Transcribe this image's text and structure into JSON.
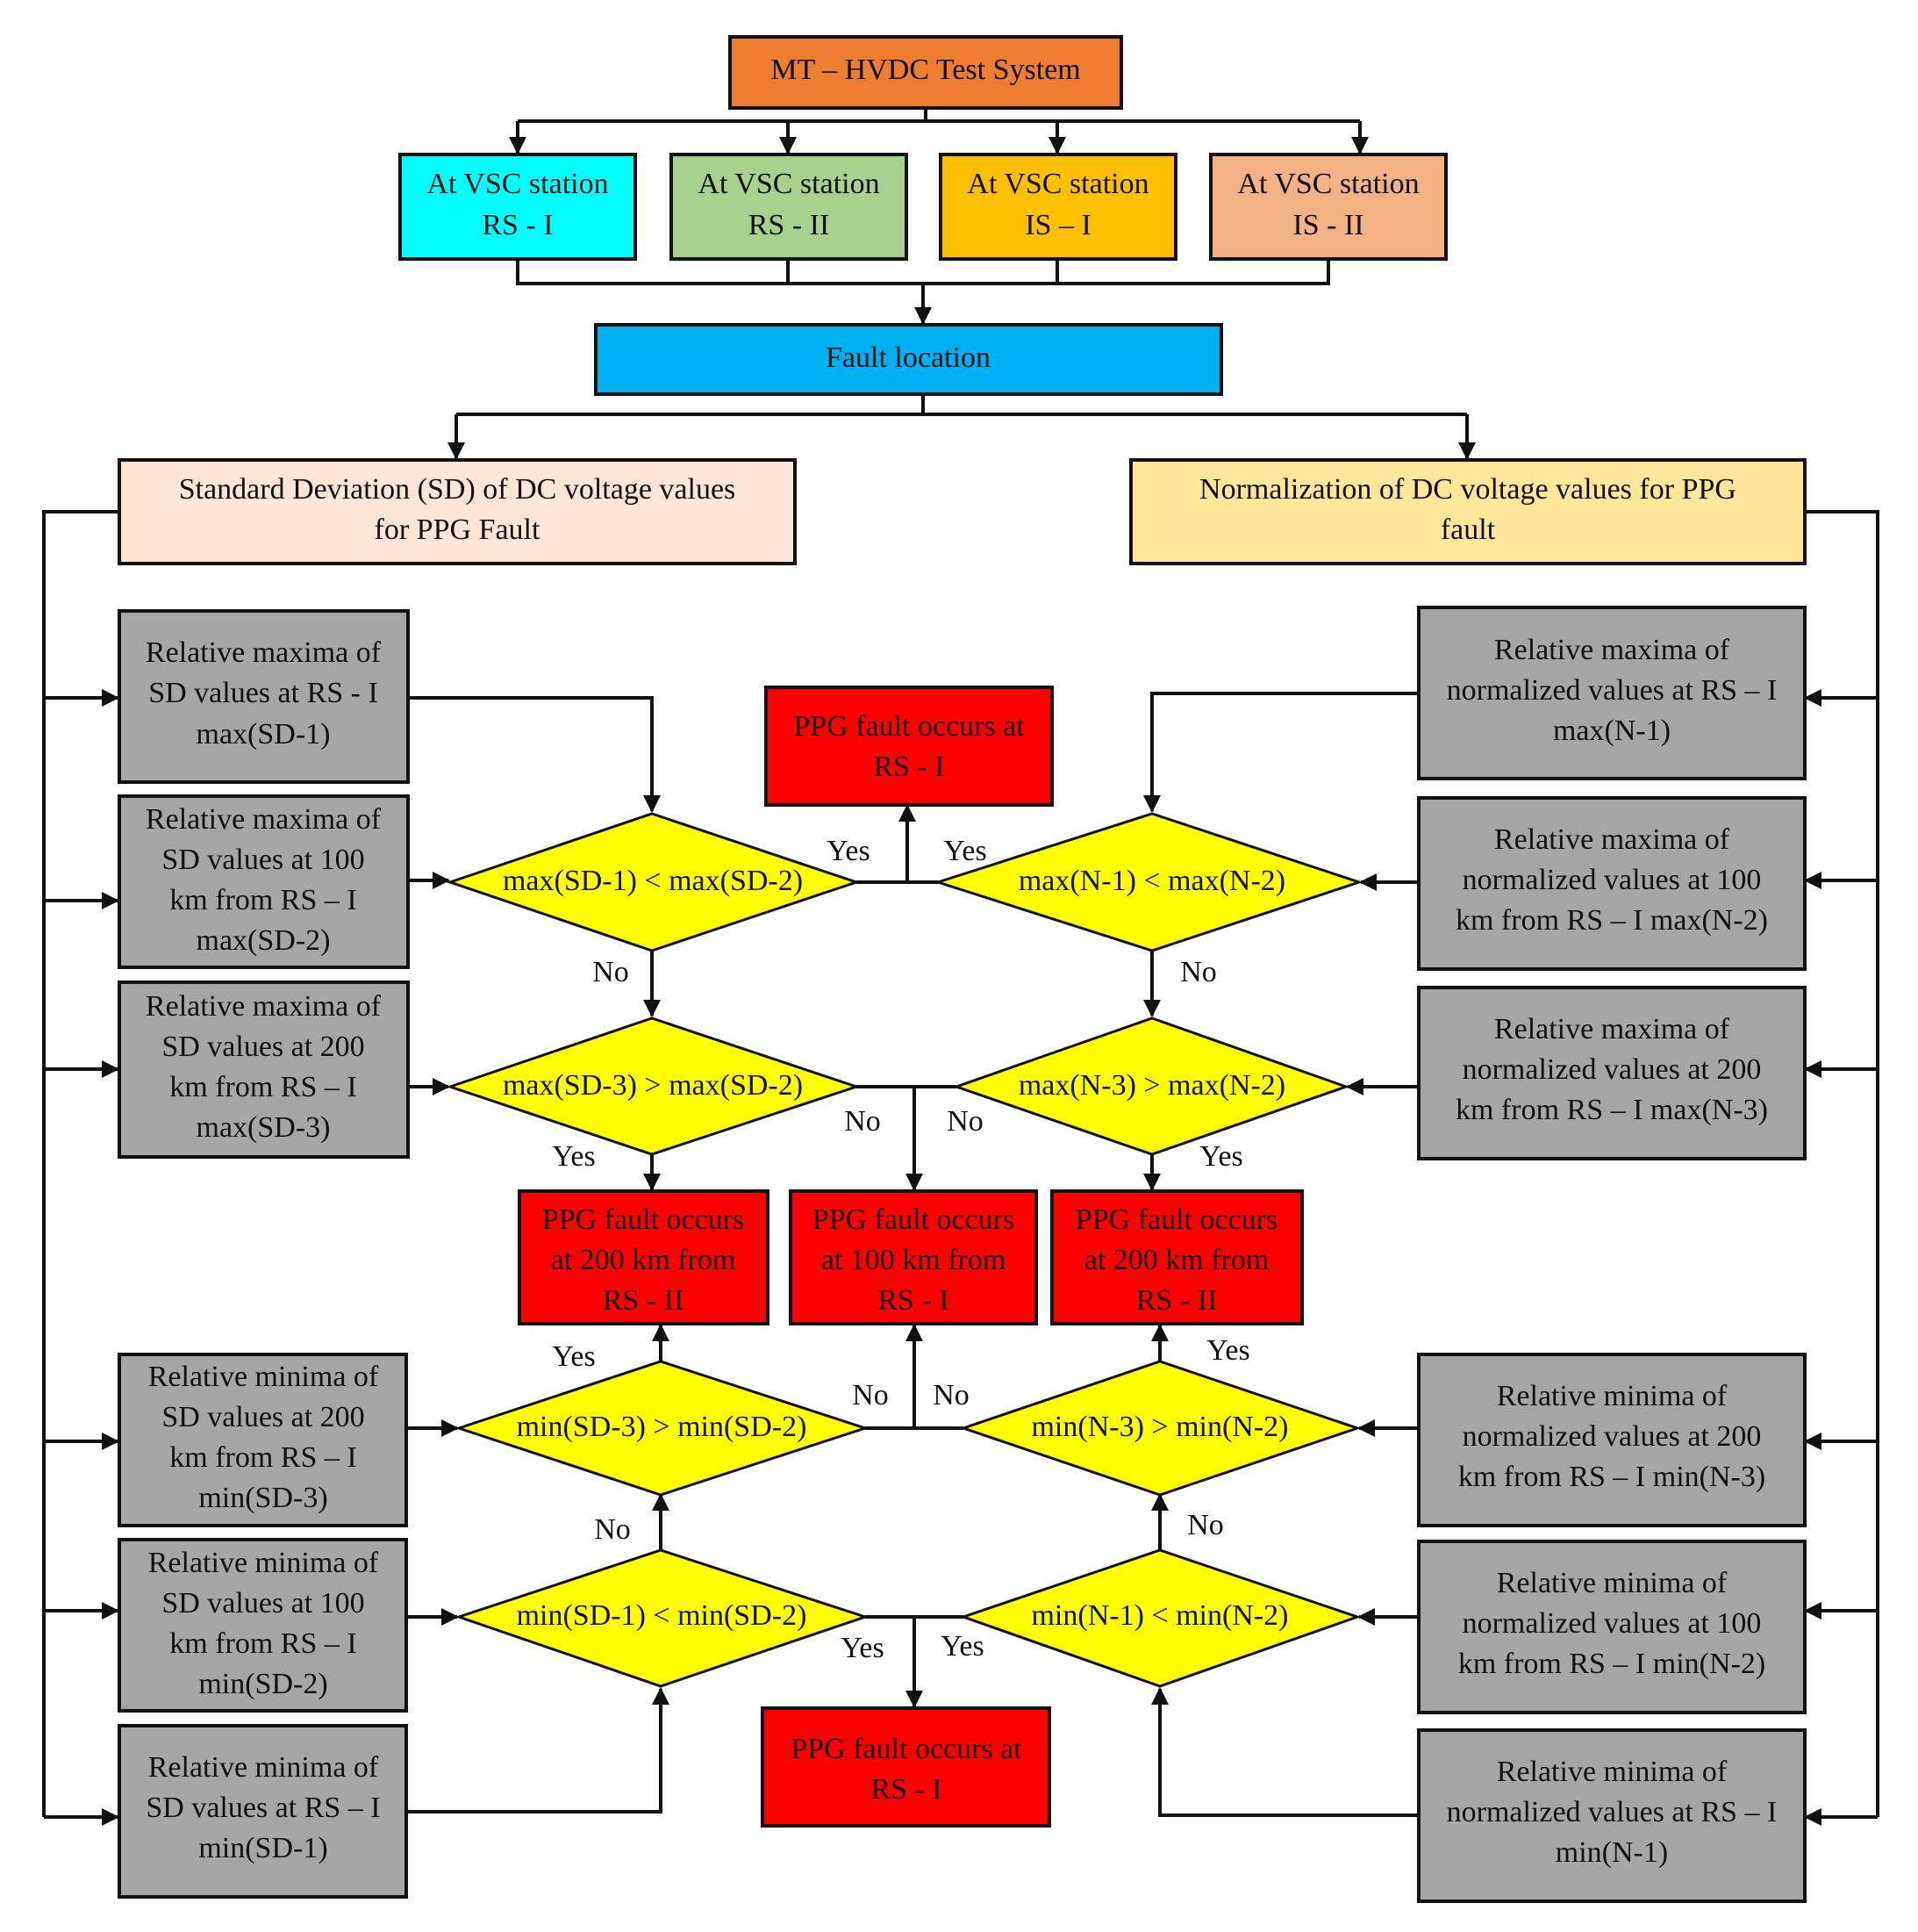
{
  "colors": {
    "title": "#ED7D31",
    "rs1": "#00FFFF",
    "rs2": "#A9D18E",
    "is1": "#FFC000",
    "is2": "#F4B183",
    "fault_location": "#00B0F0",
    "sd_header": "#FBE5D6",
    "norm_header": "#FFE699",
    "measure": "#A6A6A6",
    "decision": "#FFFF00",
    "result": "#FF0000",
    "line": "#111111"
  },
  "top": {
    "title": "MT – HVDC Test System",
    "stations": [
      [
        "At VSC station",
        "RS - I"
      ],
      [
        "At VSC station",
        "RS - II"
      ],
      [
        "At VSC station",
        "IS – I"
      ],
      [
        "At VSC station",
        "IS - II"
      ]
    ],
    "fault_location": "Fault location",
    "sd_header": [
      "Standard Deviation (SD)  of DC voltage values",
      "for PPG Fault"
    ],
    "norm_header": [
      "Normalization of DC voltage values for PPG",
      "fault"
    ]
  },
  "left_boxes": [
    [
      "Relative maxima of",
      "SD values at RS - I",
      "max(SD-1)"
    ],
    [
      "Relative maxima of",
      "SD values at 100",
      "km from RS – I",
      "max(SD-2)"
    ],
    [
      "Relative maxima of",
      "SD values at 200",
      "km from RS – I",
      "max(SD-3)"
    ],
    [
      "Relative minima of",
      "SD values at 200",
      "km from RS – I",
      "min(SD-3)"
    ],
    [
      "Relative minima of",
      "SD values at 100",
      "km from RS – I",
      "min(SD-2)"
    ],
    [
      "Relative minima of",
      "SD values at RS – I",
      "min(SD-1)"
    ]
  ],
  "right_boxes": [
    [
      "Relative maxima of",
      "normalized values at RS – I",
      "max(N-1)"
    ],
    [
      "Relative maxima of",
      "normalized values at 100",
      "km from RS – I max(N-2)"
    ],
    [
      "Relative maxima of",
      "normalized values at 200",
      "km from RS – I max(N-3)"
    ],
    [
      "Relative minima of",
      "normalized values at 200",
      "km from RS – I min(N-3)"
    ],
    [
      "Relative minima of",
      "normalized values at 100",
      "km from RS – I min(N-2)"
    ],
    [
      "Relative minima of",
      "normalized values at RS – I",
      "min(N-1)"
    ]
  ],
  "decisions": {
    "left": [
      "max(SD-1) < max(SD-2)",
      "max(SD-3) > max(SD-2)",
      "min(SD-3) > min(SD-2)",
      "min(SD-1) < min(SD-2)"
    ],
    "right": [
      "max(N-1) < max(N-2)",
      "max(N-3) > max(N-2)",
      "min(N-3) > min(N-2)",
      "min(N-1) < min(N-2)"
    ]
  },
  "results": {
    "top": [
      "PPG fault occurs at",
      "RS - I"
    ],
    "left_200": [
      "PPG fault occurs",
      "at 200 km from",
      "RS - II"
    ],
    "mid_100": [
      "PPG fault occurs",
      "at 100 km from",
      "RS - I"
    ],
    "right_200": [
      "PPG fault occurs",
      "at 200 km from",
      "RS - II"
    ],
    "bottom": [
      "PPG fault occurs at",
      "RS - I"
    ]
  },
  "edge_labels": {
    "yes": "Yes",
    "no": "No"
  }
}
